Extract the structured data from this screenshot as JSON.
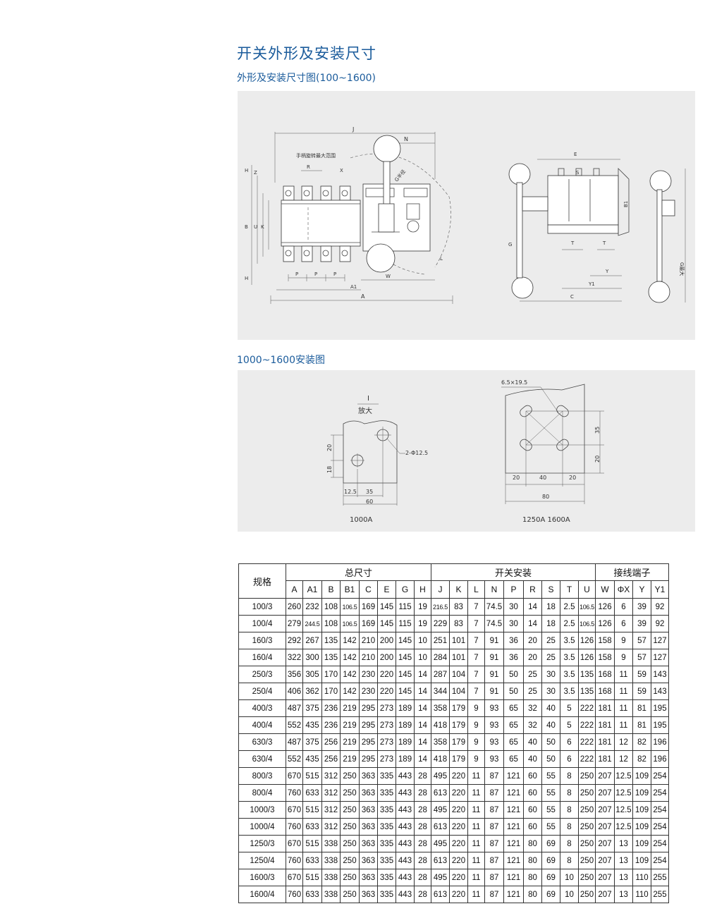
{
  "header": {
    "title": "开关外形及安装尺寸",
    "subtitle": "外形及安装尺寸图(100~1600)",
    "subtitle2": "1000~1600安装图"
  },
  "diagram1": {
    "labels": {
      "J": "J",
      "N": "N",
      "R": "R",
      "X": "X",
      "H": "H",
      "Z": "Z",
      "B": "B",
      "U": "U",
      "K": "K",
      "P": "P",
      "A1": "A1",
      "W": "W",
      "A": "A",
      "L": "L",
      "E": "E",
      "S": "S",
      "B1": "B1",
      "G": "G",
      "T": "T",
      "Y": "Y",
      "Y1": "Y1",
      "C": "C",
      "G_radius": "G半径",
      "G_max": "G最大",
      "handle_range": "手柄旋转最大范围"
    }
  },
  "diagram2": {
    "labels": {
      "detail_mark": "I",
      "enlarge": "放大",
      "hole_spec": "2-Φ12.5",
      "d20": "20",
      "d18": "18",
      "d12_5": "12.5",
      "d35": "35",
      "d60": "60",
      "caption_left": "1000A",
      "slot_spec": "6.5×19.5",
      "r35": "35",
      "r20": "20",
      "b20a": "20",
      "b40": "40",
      "b20b": "20",
      "b80": "80",
      "caption_right": "1250A  1600A"
    }
  },
  "table": {
    "spec_label": "规格",
    "groups": [
      "总尺寸",
      "开关安装",
      "接线端子"
    ],
    "columns": [
      "A",
      "A1",
      "B",
      "B1",
      "C",
      "E",
      "G",
      "H",
      "J",
      "K",
      "L",
      "N",
      "P",
      "R",
      "S",
      "T",
      "U",
      "W",
      "ΦX",
      "Y",
      "Y1"
    ],
    "rows": [
      {
        "spec": "100/3",
        "v": [
          "260",
          "232",
          "108",
          "106.5",
          "169",
          "145",
          "115",
          "19",
          "216.5",
          "83",
          "7",
          "74.5",
          "30",
          "14",
          "18",
          "2.5",
          "106.5",
          "126",
          "6",
          "39",
          "92"
        ]
      },
      {
        "spec": "100/4",
        "v": [
          "279",
          "244.5",
          "108",
          "106.5",
          "169",
          "145",
          "115",
          "19",
          "229",
          "83",
          "7",
          "74.5",
          "30",
          "14",
          "18",
          "2.5",
          "106.5",
          "126",
          "6",
          "39",
          "92"
        ]
      },
      {
        "spec": "160/3",
        "v": [
          "292",
          "267",
          "135",
          "142",
          "210",
          "200",
          "145",
          "10",
          "251",
          "101",
          "7",
          "91",
          "36",
          "20",
          "25",
          "3.5",
          "126",
          "158",
          "9",
          "57",
          "127"
        ]
      },
      {
        "spec": "160/4",
        "v": [
          "322",
          "300",
          "135",
          "142",
          "210",
          "200",
          "145",
          "10",
          "284",
          "101",
          "7",
          "91",
          "36",
          "20",
          "25",
          "3.5",
          "126",
          "158",
          "9",
          "57",
          "127"
        ]
      },
      {
        "spec": "250/3",
        "v": [
          "356",
          "305",
          "170",
          "142",
          "230",
          "220",
          "145",
          "14",
          "287",
          "104",
          "7",
          "91",
          "50",
          "25",
          "30",
          "3.5",
          "135",
          "168",
          "11",
          "59",
          "143"
        ]
      },
      {
        "spec": "250/4",
        "v": [
          "406",
          "362",
          "170",
          "142",
          "230",
          "220",
          "145",
          "14",
          "344",
          "104",
          "7",
          "91",
          "50",
          "25",
          "30",
          "3.5",
          "135",
          "168",
          "11",
          "59",
          "143"
        ]
      },
      {
        "spec": "400/3",
        "v": [
          "487",
          "375",
          "236",
          "219",
          "295",
          "273",
          "189",
          "14",
          "358",
          "179",
          "9",
          "93",
          "65",
          "32",
          "40",
          "5",
          "222",
          "181",
          "11",
          "81",
          "195"
        ]
      },
      {
        "spec": "400/4",
        "v": [
          "552",
          "435",
          "236",
          "219",
          "295",
          "273",
          "189",
          "14",
          "418",
          "179",
          "9",
          "93",
          "65",
          "32",
          "40",
          "5",
          "222",
          "181",
          "11",
          "81",
          "195"
        ]
      },
      {
        "spec": "630/3",
        "v": [
          "487",
          "375",
          "256",
          "219",
          "295",
          "273",
          "189",
          "14",
          "358",
          "179",
          "9",
          "93",
          "65",
          "40",
          "50",
          "6",
          "222",
          "181",
          "12",
          "82",
          "196"
        ]
      },
      {
        "spec": "630/4",
        "v": [
          "552",
          "435",
          "256",
          "219",
          "295",
          "273",
          "189",
          "14",
          "418",
          "179",
          "9",
          "93",
          "65",
          "40",
          "50",
          "6",
          "222",
          "181",
          "12",
          "82",
          "196"
        ]
      },
      {
        "spec": "800/3",
        "v": [
          "670",
          "515",
          "312",
          "250",
          "363",
          "335",
          "443",
          "28",
          "495",
          "220",
          "11",
          "87",
          "121",
          "60",
          "55",
          "8",
          "250",
          "207",
          "12.5",
          "109",
          "254"
        ]
      },
      {
        "spec": "800/4",
        "v": [
          "760",
          "633",
          "312",
          "250",
          "363",
          "335",
          "443",
          "28",
          "613",
          "220",
          "11",
          "87",
          "121",
          "60",
          "55",
          "8",
          "250",
          "207",
          "12.5",
          "109",
          "254"
        ]
      },
      {
        "spec": "1000/3",
        "v": [
          "670",
          "515",
          "312",
          "250",
          "363",
          "335",
          "443",
          "28",
          "495",
          "220",
          "11",
          "87",
          "121",
          "60",
          "55",
          "8",
          "250",
          "207",
          "12.5",
          "109",
          "254"
        ]
      },
      {
        "spec": "1000/4",
        "v": [
          "760",
          "633",
          "312",
          "250",
          "363",
          "335",
          "443",
          "28",
          "613",
          "220",
          "11",
          "87",
          "121",
          "60",
          "55",
          "8",
          "250",
          "207",
          "12.5",
          "109",
          "254"
        ]
      },
      {
        "spec": "1250/3",
        "v": [
          "670",
          "515",
          "338",
          "250",
          "363",
          "335",
          "443",
          "28",
          "495",
          "220",
          "11",
          "87",
          "121",
          "80",
          "69",
          "8",
          "250",
          "207",
          "13",
          "109",
          "254"
        ]
      },
      {
        "spec": "1250/4",
        "v": [
          "760",
          "633",
          "338",
          "250",
          "363",
          "335",
          "443",
          "28",
          "613",
          "220",
          "11",
          "87",
          "121",
          "80",
          "69",
          "8",
          "250",
          "207",
          "13",
          "109",
          "254"
        ]
      },
      {
        "spec": "1600/3",
        "v": [
          "670",
          "515",
          "338",
          "250",
          "363",
          "335",
          "443",
          "28",
          "495",
          "220",
          "11",
          "87",
          "121",
          "80",
          "69",
          "10",
          "250",
          "207",
          "13",
          "110",
          "255"
        ]
      },
      {
        "spec": "1600/4",
        "v": [
          "760",
          "633",
          "338",
          "250",
          "363",
          "335",
          "443",
          "28",
          "613",
          "220",
          "11",
          "87",
          "121",
          "80",
          "69",
          "10",
          "250",
          "207",
          "13",
          "110",
          "255"
        ]
      }
    ]
  }
}
